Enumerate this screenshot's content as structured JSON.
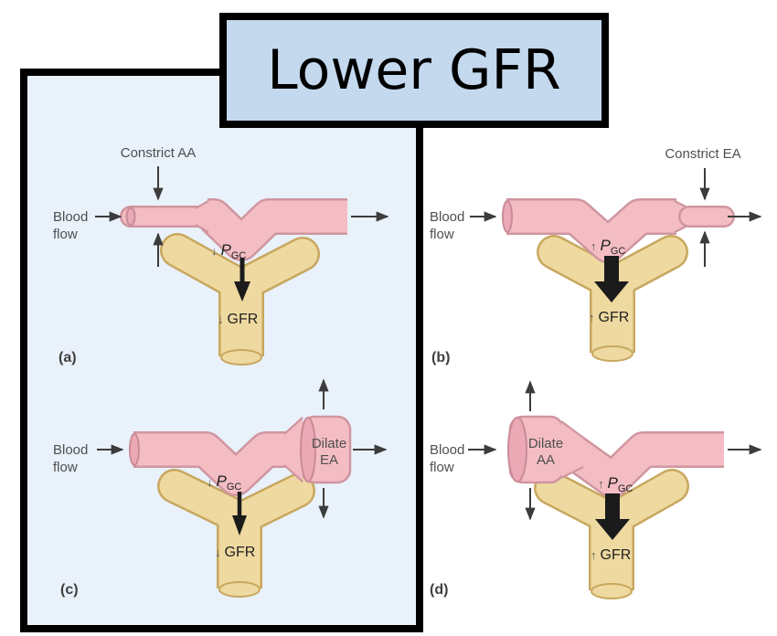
{
  "title": {
    "label": "Lower GFR"
  },
  "colors": {
    "highlight_box_fill": "#e9f1fa",
    "title_box_fill": "#c4d9ee",
    "border_black": "#000000",
    "vessel_pink_fill": "#f4bdc4",
    "vessel_pink_outline": "#cf96a0",
    "vessel_cap_pink": "#eba9b6",
    "tubule_yellow_fill": "#eed9a0",
    "tubule_yellow_outline": "#c8a75f",
    "arrow_black": "#1b1b1b",
    "label_gray": "#4f4f4f"
  },
  "panels": [
    {
      "id": "a",
      "letter": "(a)",
      "blood_line1": "Blood",
      "blood_line2": "flow",
      "modifier": "Constrict AA",
      "pgc_dir": "↓",
      "pgc_symbol": "P",
      "pgc_sub": "GC",
      "gfr_dir": "↓",
      "gfr_label": "GFR"
    },
    {
      "id": "b",
      "letter": "(b)",
      "blood_line1": "Blood",
      "blood_line2": "flow",
      "modifier": "Constrict EA",
      "pgc_dir": "↑",
      "pgc_symbol": "P",
      "pgc_sub": "GC",
      "gfr_dir": "↑",
      "gfr_label": "GFR"
    },
    {
      "id": "c",
      "letter": "(c)",
      "blood_line1": "Blood",
      "blood_line2": "flow",
      "modifier_line1": "Dilate",
      "modifier_line2": "EA",
      "pgc_dir": "↓",
      "pgc_symbol": "P",
      "pgc_sub": "GC",
      "gfr_dir": "↓",
      "gfr_label": "GFR"
    },
    {
      "id": "d",
      "letter": "(d)",
      "blood_line1": "Blood",
      "blood_line2": "flow",
      "modifier_line1": "Dilate",
      "modifier_line2": "AA",
      "pgc_dir": "↑",
      "pgc_symbol": "P",
      "pgc_sub": "GC",
      "gfr_dir": "↑",
      "gfr_label": "GFR"
    }
  ]
}
